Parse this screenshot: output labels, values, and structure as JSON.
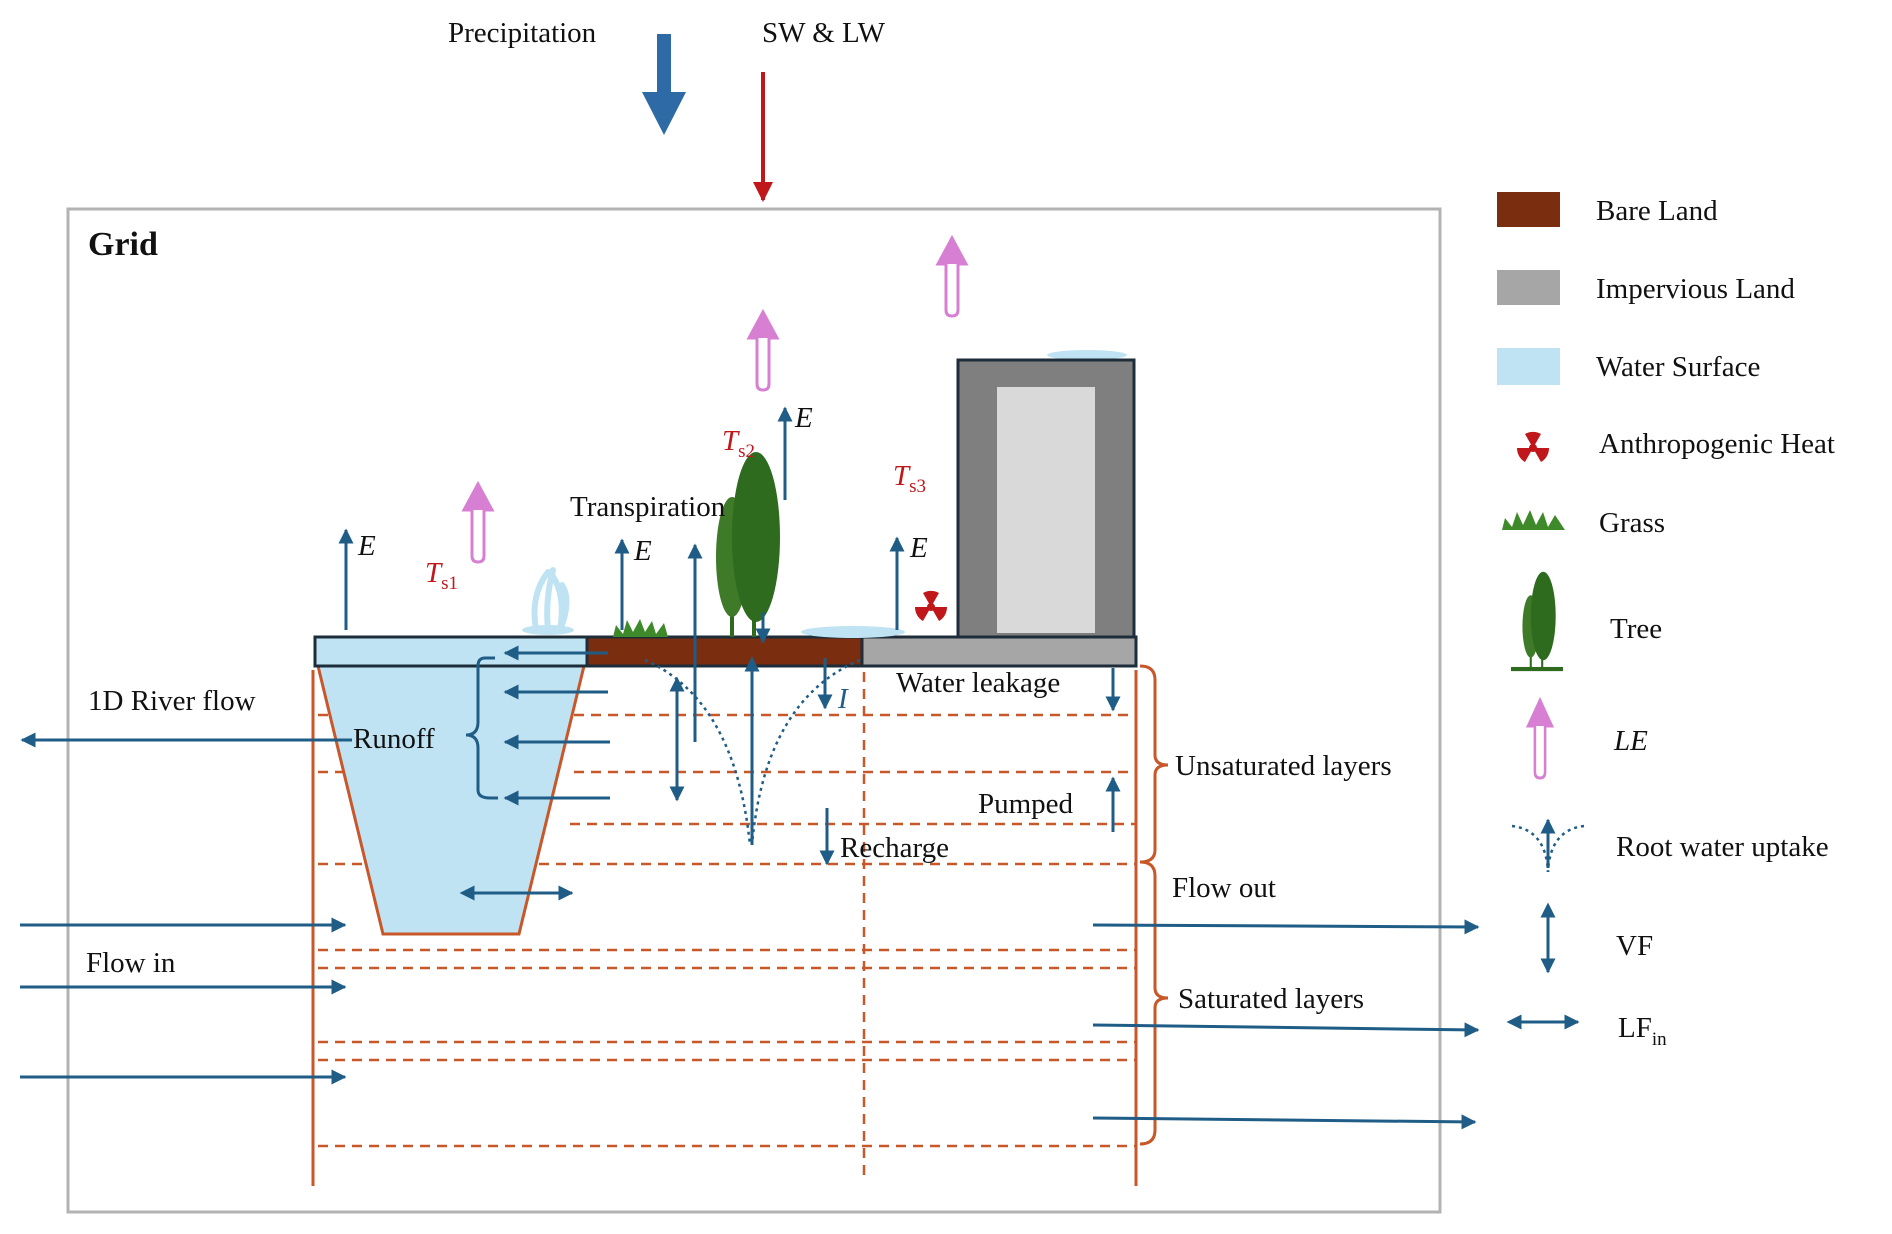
{
  "labels": {
    "precipitation": "Precipitation",
    "sw_lw": "SW & LW",
    "grid": "Grid",
    "transpiration": "Transpiration",
    "e": "E",
    "ts": "T",
    "ts1_sub": "s1",
    "ts2_sub": "s2",
    "ts3_sub": "s3",
    "river_flow": "1D River flow",
    "runoff": "Runoff",
    "infiltration": "I",
    "water_leakage": "Water leakage",
    "pumped": "Pumped",
    "recharge": "Recharge",
    "unsaturated_layers": "Unsaturated layers",
    "flow_out": "Flow out",
    "flow_in": "Flow in",
    "saturated_layers": "Saturated layers"
  },
  "legend": {
    "bare_land": "Bare Land",
    "impervious_land": "Impervious Land",
    "water_surface": "Water Surface",
    "anthropogenic_heat": "Anthropogenic Heat",
    "grass": "Grass",
    "tree": "Tree",
    "le": "LE",
    "root_water_uptake": "Root water uptake",
    "vf": "VF",
    "lf": "LF",
    "lf_sub": "in"
  },
  "colors": {
    "bare_land": "#7b2d10",
    "impervious": "#a6a6a6",
    "water": "#bfe3f3",
    "arrow_blue": "#1f5d87",
    "precip_blue": "#2e6aa6",
    "radiation_red": "#c0171b",
    "le_pink": "#d77fd2",
    "soil_orange": "#c8572a",
    "grass_green": "#3e8a2a",
    "tree_green": "#2f6b1f",
    "grid_border": "#b3b3b3"
  }
}
